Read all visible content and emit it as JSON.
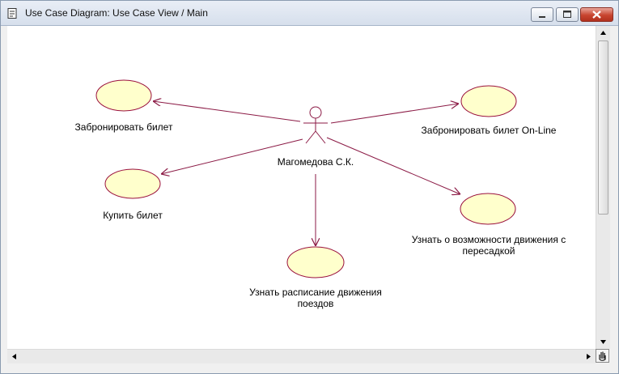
{
  "window": {
    "title": "Use Case Diagram: Use Case View / Main"
  },
  "diagram": {
    "actor": {
      "name": "Магомедова С.К."
    },
    "use_cases": [
      {
        "id": "uc1",
        "line1": "Забронировать билет",
        "line2": ""
      },
      {
        "id": "uc2",
        "line1": "Забронировать билет On-Line",
        "line2": ""
      },
      {
        "id": "uc3",
        "line1": "Купить билет",
        "line2": ""
      },
      {
        "id": "uc4",
        "line1": "Узнать о возможности движения с",
        "line2": "пересадкой"
      },
      {
        "id": "uc5",
        "line1": "Узнать расписание движения",
        "line2": "поездов"
      }
    ]
  },
  "colors": {
    "usecase_fill": "#ffffcc",
    "usecase_stroke": "#9a0f3c",
    "association": "#8b1a45",
    "actor_stroke": "#8b1a45"
  }
}
